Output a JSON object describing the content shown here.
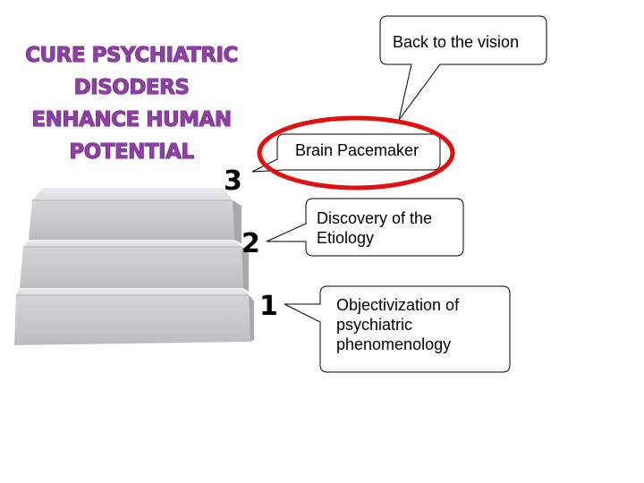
{
  "title": "CURE PSYCHIATRIC\nDISODERS\nENHANCE HUMAN\nPOTENTIAL",
  "steps": {
    "three": "3",
    "two": "2",
    "one": "1"
  },
  "callouts": {
    "vision": "Back to the vision",
    "pacemaker": "Brain Pacemaker",
    "etiology": "Discovery of the\nEtiology",
    "objectivization": "Objectivization  of\npsychiatric\nphenomenology"
  },
  "colors": {
    "title": "#8e3fa6",
    "highlight_ring": "#e01010",
    "stairs": "#c8c8ca"
  },
  "icons": [
    "stairs-image",
    "highlight-ellipse"
  ]
}
